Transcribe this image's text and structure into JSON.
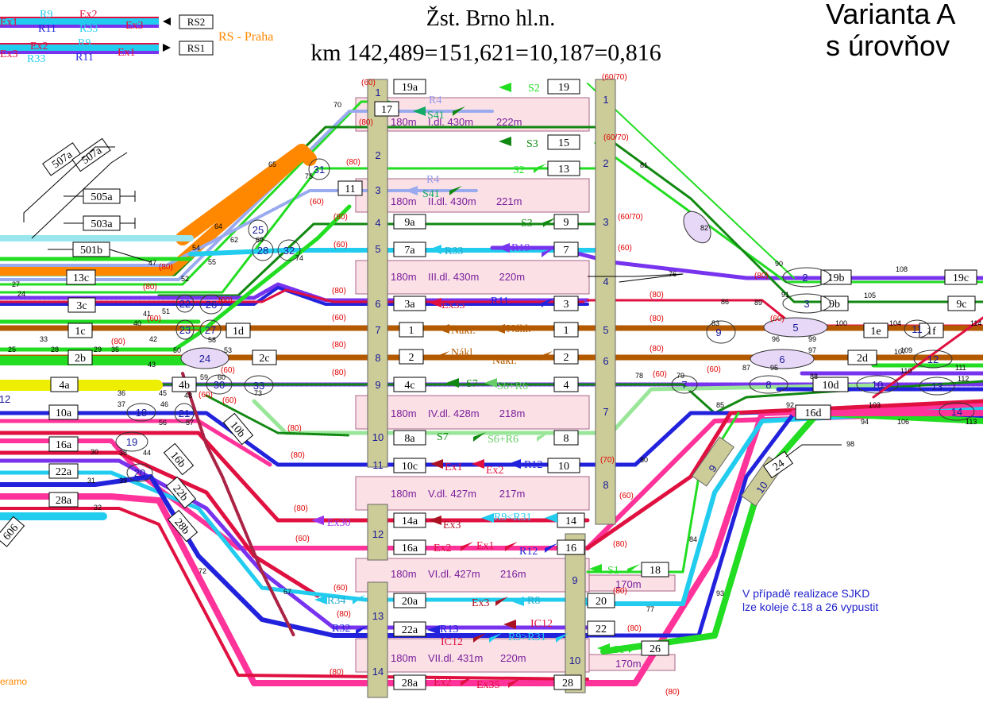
{
  "header": {
    "station": "Žst. Brno hl.n.",
    "km": "km 142,489=151,621=10,187=0,816",
    "variant_line1": "Varianta A",
    "variant_line2": "s úrovňov",
    "rs_praha": "RS - Praha",
    "rs2": "RS2",
    "rs1": "RS1",
    "legend_top_left": [
      "Ex1",
      "R9",
      "R11",
      "Ex2",
      "R33",
      "Ex3"
    ],
    "legend_bottom_left": [
      "Ex3",
      "Ex2",
      "R33",
      "R9",
      "R11",
      "Ex1"
    ]
  },
  "note": {
    "line1": "V případě realizace SJKD",
    "line2": "lze koleje  č.18 a 26 vypustit"
  },
  "footer_mark": "eramo",
  "colors": {
    "green_light": "#22dd22",
    "green_dark": "#118811",
    "green_pale": "#99e699",
    "purple": "#7733ee",
    "cyan": "#22ccee",
    "red": "#e01040",
    "pink": "#ff3399",
    "brown": "#b35a00",
    "orange": "#ff8800",
    "blue": "#2222dd",
    "platform_fill": "#fbe0e6",
    "column_fill": "#cccc99",
    "speed_red": "#e00000"
  },
  "platforms": [
    {
      "label": "180m    I.dl. 430m        222m"
    },
    {
      "label": "180m    II.dl. 430m       221m"
    },
    {
      "label": "180m    III.dl. 430m       220m"
    },
    {
      "label": "180m    IV.dl. 428m       218m"
    },
    {
      "label": "180m    V.dl. 427m        217m"
    },
    {
      "label": "180m    VI.dl. 427m       216m"
    },
    {
      "label": "180m    VII.dl. 431m      220m"
    }
  ],
  "short_platforms": [
    "170m",
    "170m"
  ],
  "col_a": [
    "1",
    "2",
    "3",
    "4",
    "5",
    "6",
    "7",
    "8",
    "9",
    "10",
    "11",
    "12",
    "13",
    "14"
  ],
  "col_b": [
    "1",
    "2",
    "3",
    "4",
    "5",
    "6",
    "7",
    "8",
    "9",
    "10"
  ],
  "tracks": [
    {
      "left": "19a",
      "right": "19",
      "trains": [
        "S2"
      ]
    },
    {
      "left": "17",
      "right": "",
      "trains": [
        "R4",
        "S41"
      ]
    },
    {
      "left": "",
      "right": "15",
      "trains": [
        "S3"
      ]
    },
    {
      "left": "",
      "right": "13",
      "trains": [
        "S2"
      ]
    },
    {
      "left": "11",
      "right": "",
      "trains": [
        "R4",
        "S41"
      ]
    },
    {
      "left": "9a",
      "right": "9",
      "trains": [
        "S3"
      ]
    },
    {
      "left": "7a",
      "right": "7",
      "trains": [
        "R33",
        "R19"
      ]
    },
    {
      "left": "3a",
      "right": "3",
      "trains": [
        "Ex35",
        "R11"
      ]
    },
    {
      "left": "1",
      "right": "1",
      "trains": [
        "Nákl.",
        "Nákl."
      ]
    },
    {
      "left": "2",
      "right": "2",
      "trains": [
        "Nákl.",
        "Nákl."
      ]
    },
    {
      "left": "4c",
      "right": "4",
      "trains": [
        "S7",
        "S6+R6"
      ]
    },
    {
      "left": "8a",
      "right": "8",
      "trains": [
        "S7",
        "S6+R6"
      ]
    },
    {
      "left": "10c",
      "right": "10",
      "trains": [
        "Ex1",
        "Ex2",
        "R12"
      ]
    },
    {
      "left": "14a",
      "right": "14",
      "trains": [
        "Ex30",
        "Ex3",
        "R9<R31"
      ]
    },
    {
      "left": "16a",
      "right": "16",
      "trains": [
        "Ex2",
        "Ex1",
        "R12"
      ]
    },
    {
      "left": "",
      "right": "18",
      "trains": [
        "S1"
      ]
    },
    {
      "left": "20a",
      "right": "20",
      "trains": [
        "R34",
        "Ex3",
        "R8"
      ]
    },
    {
      "left": "",
      "right": "22",
      "trains": [
        "IC12"
      ]
    },
    {
      "left": "22a",
      "right": "",
      "trains": [
        "R32",
        "R13",
        "IC12",
        "R9>R31"
      ]
    },
    {
      "left": "",
      "right": "26",
      "trains": [
        "S1"
      ]
    },
    {
      "left": "28a",
      "right": "28",
      "trains": [
        "Ex2",
        "Ex35"
      ]
    }
  ],
  "left_boxes": [
    "507a",
    "507a",
    "505a",
    "503a",
    "501b",
    "13c",
    "3c",
    "1c",
    "1d",
    "2b",
    "2c",
    "4a",
    "4b",
    "10a",
    "16a",
    "22a",
    "28a",
    "10b",
    "16b",
    "22b",
    "28b",
    "606"
  ],
  "right_boxes": [
    "19b",
    "19c",
    "9b",
    "9c",
    "1e",
    "1f",
    "2d",
    "10d",
    "16d",
    "24"
  ],
  "circle_labels": [
    "31",
    "25",
    "28",
    "32",
    "23",
    "22",
    "27",
    "24",
    "30",
    "33",
    "19",
    "18",
    "20",
    "21",
    "26",
    "12",
    "32",
    "5",
    "6",
    "8",
    "7",
    "10",
    "11",
    "12",
    "13",
    "14",
    "9",
    "10"
  ],
  "speeds": [
    "(60)",
    "(60/70)",
    "(80)",
    "(60/70)",
    "(80)",
    "(60)",
    "(80)",
    "(60/70)",
    "(60)",
    "(60)",
    "(80)",
    "(80)",
    "(60)",
    "(80)",
    "(80)",
    "(80)",
    "(80)",
    "(60)",
    "(80)",
    "(60)",
    "(80)",
    "(60)",
    "(60)",
    "(80)",
    "(60)",
    "(70)",
    "(60)",
    "(60)",
    "(80)",
    "(60)",
    "(80)",
    "(80)",
    "(60)",
    "(80)",
    "(60)",
    "(80)",
    "(80)",
    "(80)",
    "(80)",
    "(80)",
    "(60)",
    "(80)"
  ],
  "switch_numbers": [
    "70",
    "75",
    "65",
    "54",
    "64",
    "62",
    "55",
    "69",
    "74",
    "52",
    "51",
    "47",
    "27",
    "24",
    "40",
    "41",
    "42",
    "33",
    "25",
    "28",
    "29",
    "35",
    "43",
    "50",
    "53",
    "58",
    "59",
    "60",
    "73",
    "36",
    "37",
    "45",
    "46",
    "56",
    "57",
    "48",
    "30",
    "38",
    "39",
    "44",
    "31",
    "32",
    "72",
    "67",
    "81",
    "82",
    "76",
    "86",
    "90",
    "91",
    "89",
    "96",
    "99",
    "100",
    "105",
    "108",
    "104",
    "109",
    "107",
    "110",
    "111",
    "112",
    "113",
    "114",
    "97",
    "95",
    "87",
    "79",
    "78",
    "85",
    "88",
    "92",
    "94",
    "103",
    "106",
    "80",
    "84",
    "77",
    "93",
    "98",
    "83"
  ]
}
